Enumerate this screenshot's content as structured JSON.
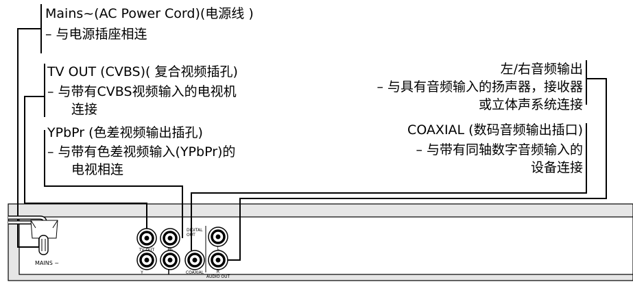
{
  "callouts": {
    "mains": {
      "title": "Mains~(AC Power Cord)(电源线 )",
      "desc": "–  与电源插座相连"
    },
    "tvout": {
      "title": "TV OUT (CVBS)( 复合视频插孔)",
      "desc_line1": "–  与带有CVBS视频输入的电视机",
      "desc_line2": "连接"
    },
    "ypbpr": {
      "title": "YPbPr (色差视频输出插孔)",
      "desc_line1": "–  与带有色差视频输入(YPbPr)的",
      "desc_line2": "电视相连"
    },
    "audio": {
      "title": "左/右音频输出",
      "desc_line1": "– 与具有音频输入的扬声器，接收器",
      "desc_line2": "或立体声系统连接"
    },
    "coaxial": {
      "title": "COAXIAL (数码音频输出插口)",
      "desc_line1": "– 与带有同轴数字音频输入的",
      "desc_line2": "设备连接"
    }
  },
  "panel": {
    "mains_label": "MAINS ~",
    "jack_tvout": "TV OUT",
    "jack_pb": "Pb",
    "jack_y": "Y",
    "digital_out_1": "DIGITAL",
    "digital_out_2": "OUT",
    "jack_coaxial": "COAXIAL",
    "jack_l": "L",
    "jack_r": "R",
    "audio_out": "AUDIO OUT"
  },
  "colors": {
    "panel_fill": "#e6e6e6",
    "line": "#000000",
    "cord_inner": "#ffffff"
  }
}
